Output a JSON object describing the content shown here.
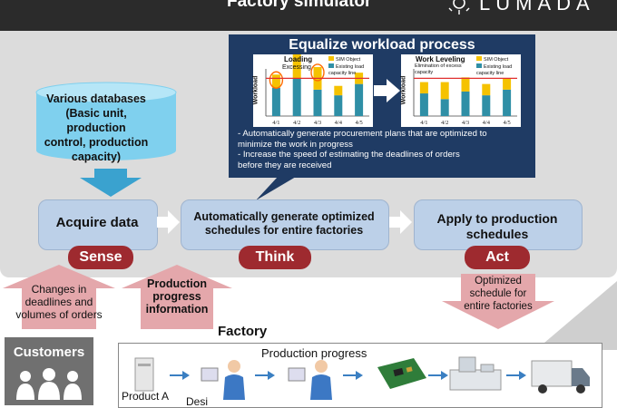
{
  "header": {
    "title": "Factory simulator",
    "brand": "LUMADA"
  },
  "callout": {
    "title": "Equalize workload process",
    "chart_left": {
      "title": "Loading",
      "annotation": "Excessing",
      "legend": [
        "SIM Object",
        "Existing load capacity line"
      ],
      "ylabel": "Workload"
    },
    "chart_right": {
      "title": "Work Leveling",
      "annotation": "Elimination of excess capacity",
      "legend": [
        "SIM Object",
        "Existing load capacity line"
      ],
      "ylabel": "Workload"
    },
    "bullets": [
      "-   Automatically generate procurement plans that are optimized to",
      "    minimize the work in progress",
      "-   Increase the speed of estimating the deadlines of orders",
      "    before they are received"
    ]
  },
  "chart_data": [
    {
      "type": "bar",
      "title": "Loading",
      "ylabel": "Workload",
      "categories": [
        "4/1",
        "4/2",
        "4/3",
        "4/4",
        "4/5"
      ],
      "series": [
        {
          "name": "Existing load capacity line",
          "values": [
            3,
            4,
            2.8,
            2.2,
            3.4
          ]
        },
        {
          "name": "SIM Object",
          "values": [
            1.4,
            3,
            2.4,
            1,
            1.2
          ]
        }
      ],
      "capacity_line": 4
    },
    {
      "type": "bar",
      "title": "Work Leveling",
      "ylabel": "Workload",
      "categories": [
        "4/1",
        "4/2",
        "4/3",
        "4/4",
        "4/5"
      ],
      "series": [
        {
          "name": "Existing load capacity line",
          "values": [
            2.4,
            1.8,
            2.6,
            2.2,
            2.8
          ]
        },
        {
          "name": "SIM Object",
          "values": [
            1.2,
            1.8,
            1.5,
            1.2,
            1.2
          ]
        }
      ],
      "capacity_line": 4
    }
  ],
  "database": {
    "text_lines": [
      "Various databases",
      "(Basic unit, production",
      "control, production",
      "capacity)"
    ]
  },
  "stages": [
    {
      "label_lines": [
        "Acquire data"
      ],
      "pill": "Sense"
    },
    {
      "label_lines": [
        "Automatically generate optimized",
        "schedules for entire factories"
      ],
      "pill": "Think"
    },
    {
      "label_lines": [
        "Apply to production",
        "schedules"
      ],
      "pill": "Act"
    }
  ],
  "flows": {
    "changes": [
      "Changes in",
      "deadlines and",
      "volumes of orders"
    ],
    "progress": [
      "Production",
      "progress",
      "information"
    ],
    "optimized": [
      "Optimized",
      "schedule for",
      "entire factories"
    ]
  },
  "factory": {
    "label": "Factory",
    "progress_label": "Production progress",
    "product_label": "Product A",
    "partial_label": "Desi"
  },
  "customers": {
    "label": "Customers"
  },
  "colors": {
    "header_bg": "#2b2b2b",
    "panel_bg": "#dcdcdc",
    "callout_bg": "#1f3b64",
    "stage_bg": "#bcd0e8",
    "pill_bg": "#9e2a2f",
    "arrow_pink": "#e4a7ab",
    "bar_blue": "#2f8fa6",
    "bar_yellow": "#f5c200",
    "capacity_red": "#e03030"
  }
}
